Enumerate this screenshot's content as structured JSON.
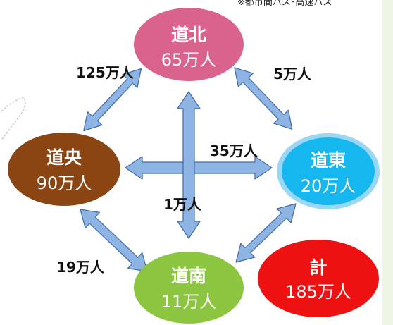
{
  "note": "※都市間バス･高速バス",
  "nodes": [
    {
      "id": "north",
      "name": "道北",
      "value": "65万人",
      "color": "#d9638c"
    },
    {
      "id": "central",
      "name": "道央",
      "value": "90万人",
      "color": "#8b4513"
    },
    {
      "id": "east",
      "name": "道東",
      "value": "20万人",
      "color": "#16b7ef"
    },
    {
      "id": "south",
      "name": "道南",
      "value": "11万人",
      "color": "#8cc641"
    },
    {
      "id": "total",
      "name": "計",
      "value": "185万人",
      "color": "#ee1111"
    }
  ],
  "edges": [
    {
      "id": "north-central",
      "from": "道北",
      "to": "道央",
      "label": "125万人"
    },
    {
      "id": "north-east",
      "from": "道北",
      "to": "道東",
      "label": "5万人"
    },
    {
      "id": "central-east",
      "from": "道央",
      "to": "道東",
      "label": "35万人"
    },
    {
      "id": "north-south",
      "from": "道北",
      "to": "道南",
      "label": "1万人"
    },
    {
      "id": "central-south",
      "from": "道央",
      "to": "道南",
      "label": "19万人"
    },
    {
      "id": "east-south",
      "from": "道東",
      "to": "道南",
      "label": ""
    }
  ],
  "colors": {
    "arrow_fill": "#8eb4e3",
    "arrow_stroke": "#3e6aa8",
    "east_ring": "#9ad6f5"
  }
}
